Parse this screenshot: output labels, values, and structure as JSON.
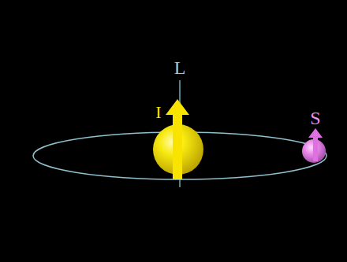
{
  "diagram": {
    "labels": [
      "L",
      "I",
      "S"
    ]
  }
}
